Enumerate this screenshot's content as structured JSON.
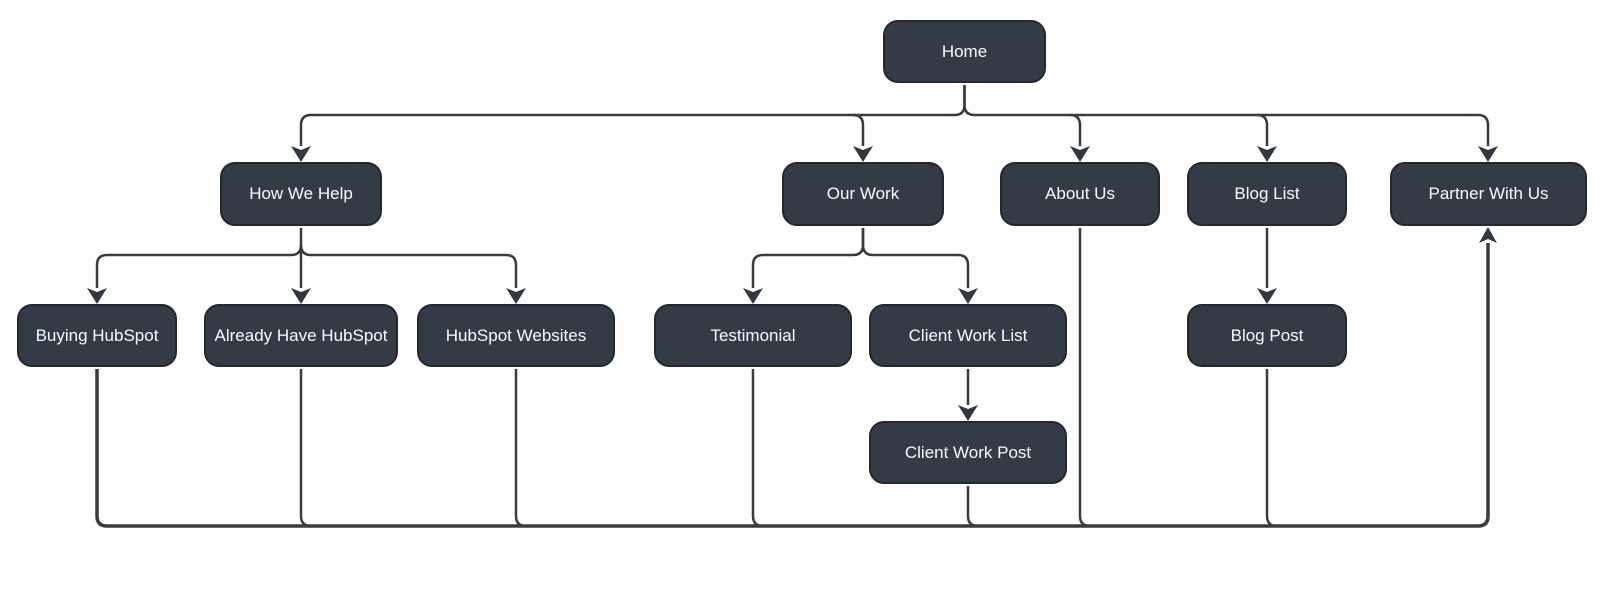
{
  "diagram_type": "sitemap-flowchart",
  "colors": {
    "node_fill": "#333C45",
    "node_border": "#22282E",
    "node_text": "#F8FAFB",
    "connector": "#383B3F",
    "arrowhead": "#32383F",
    "canvas_bg": "#FFFFFF"
  },
  "nodes": [
    {
      "id": "home",
      "label": "Home",
      "level": 1
    },
    {
      "id": "how-we-help",
      "label": "How We Help",
      "level": 2
    },
    {
      "id": "our-work",
      "label": "Our Work",
      "level": 2
    },
    {
      "id": "about-us",
      "label": "About Us",
      "level": 2
    },
    {
      "id": "blog-list",
      "label": "Blog List",
      "level": 2
    },
    {
      "id": "partner-with-us",
      "label": "Partner With Us",
      "level": 2
    },
    {
      "id": "buying-hubspot",
      "label": "Buying HubSpot",
      "level": 3
    },
    {
      "id": "already-have-hubspot",
      "label": "Already Have HubSpot",
      "level": 3
    },
    {
      "id": "hubspot-websites",
      "label": "HubSpot Websites",
      "level": 3
    },
    {
      "id": "testimonial",
      "label": "Testimonial",
      "level": 3
    },
    {
      "id": "client-work-list",
      "label": "Client Work List",
      "level": 3
    },
    {
      "id": "blog-post",
      "label": "Blog Post",
      "level": 3
    },
    {
      "id": "client-work-post",
      "label": "Client Work Post",
      "level": 4
    }
  ],
  "edges": [
    {
      "from": "home",
      "to": "how-we-help"
    },
    {
      "from": "home",
      "to": "our-work"
    },
    {
      "from": "home",
      "to": "about-us"
    },
    {
      "from": "home",
      "to": "blog-list"
    },
    {
      "from": "home",
      "to": "partner-with-us"
    },
    {
      "from": "how-we-help",
      "to": "buying-hubspot"
    },
    {
      "from": "how-we-help",
      "to": "already-have-hubspot"
    },
    {
      "from": "how-we-help",
      "to": "hubspot-websites"
    },
    {
      "from": "our-work",
      "to": "testimonial"
    },
    {
      "from": "our-work",
      "to": "client-work-list"
    },
    {
      "from": "blog-list",
      "to": "blog-post"
    },
    {
      "from": "client-work-list",
      "to": "client-work-post"
    },
    {
      "from": "buying-hubspot",
      "to": "partner-with-us"
    },
    {
      "from": "already-have-hubspot",
      "to": "partner-with-us"
    },
    {
      "from": "hubspot-websites",
      "to": "partner-with-us"
    },
    {
      "from": "testimonial",
      "to": "partner-with-us"
    },
    {
      "from": "client-work-post",
      "to": "partner-with-us"
    },
    {
      "from": "about-us",
      "to": "partner-with-us"
    },
    {
      "from": "blog-post",
      "to": "partner-with-us"
    }
  ]
}
